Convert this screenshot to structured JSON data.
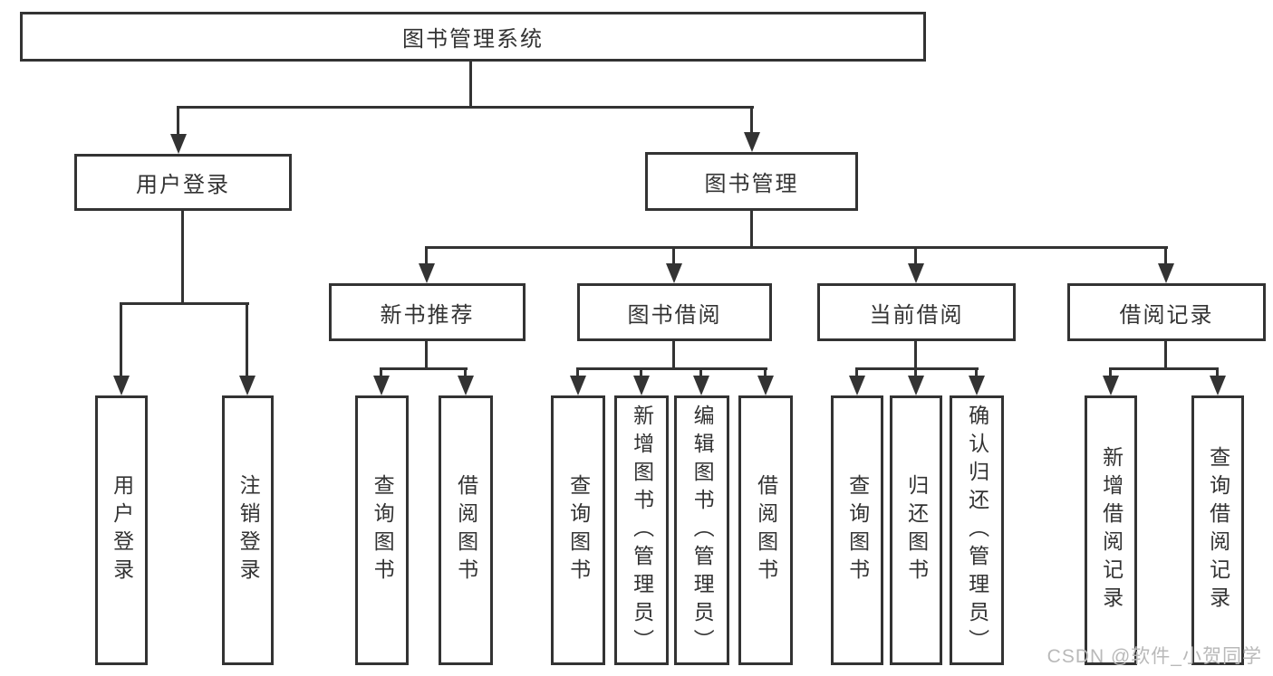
{
  "tree": {
    "root": {
      "label": "图书管理系统",
      "children": [
        {
          "label": "用户登录",
          "children": [
            {
              "label": "用户登录"
            },
            {
              "label": "注销登录"
            }
          ]
        },
        {
          "label": "图书管理",
          "children": [
            {
              "label": "新书推荐",
              "children": [
                {
                  "label": "查询图书"
                },
                {
                  "label": "借阅图书"
                }
              ]
            },
            {
              "label": "图书借阅",
              "children": [
                {
                  "label": "查询图书"
                },
                {
                  "label": "新增图书（管理员）"
                },
                {
                  "label": "编辑图书（管理员）"
                },
                {
                  "label": "借阅图书"
                }
              ]
            },
            {
              "label": "当前借阅",
              "children": [
                {
                  "label": "查询图书"
                },
                {
                  "label": "归还图书"
                },
                {
                  "label": "确认归还（管理员）"
                }
              ]
            },
            {
              "label": "借阅记录",
              "children": [
                {
                  "label": "新增借阅记录"
                },
                {
                  "label": "查询借阅记录"
                }
              ]
            }
          ]
        }
      ]
    }
  },
  "watermark": "CSDN @软件_小贺同学",
  "colors": {
    "line": "#333333",
    "text": "#333333",
    "watermark": "#b9b9b9",
    "background": "#ffffff"
  }
}
